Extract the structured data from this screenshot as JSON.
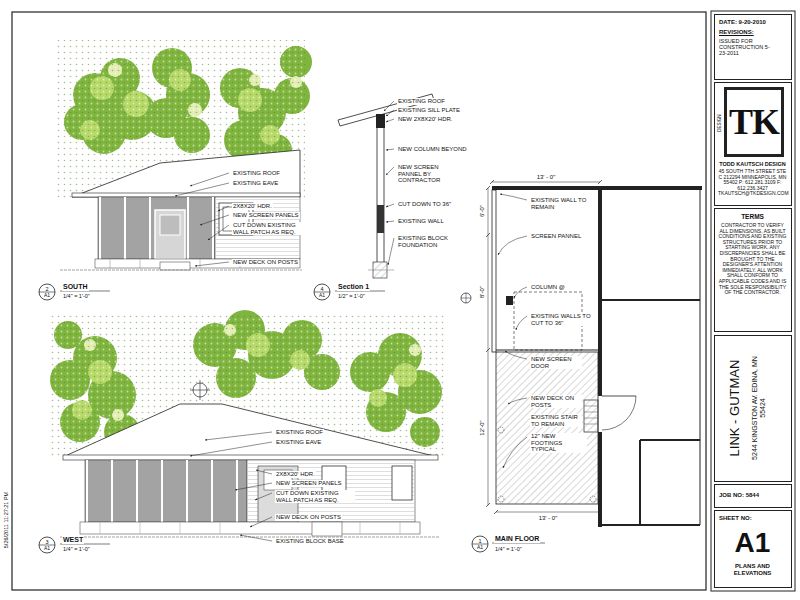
{
  "diagram": {
    "nodes": [
      {
        "text": [
          "DATE: 9-20-2010",
          "REVISIONS:",
          "ISSUED FOR CONSTRUCTION 5-23-2011"
        ]
      },
      {
        "text": [
          "TK",
          "DESIGN",
          "TODD KAUTSCH DESIGN",
          "45 SOUTH 7TH STREET STE C 212294 MINNEAPOLIS, MN 55402 P: 612.281.3109 F: 612.236.3427 TKAUTSCH@TKDESIGN.COM"
        ]
      },
      {
        "text": [
          "TERMS",
          "CONTRACTOR TO VERIFY ALL DIMENSIONS, AS BUILT CONDITIONS AND EXISTING STRUCTURES PRIOR TO STARTING WORK. ANY DISCREPANCIES SHALL BE BROUGHT TO THE DESIGNER'S ATTENTION IMMEDIATELY. ALL WORK SHALL CONFORM TO APPLICABLE CODES AND IS THE SOLE RESPONSIBILITY OF THE CONTRACTOR."
        ]
      },
      {
        "text": [
          "LINK - GUTMAN",
          "5244 KINGSTON AV. EDINA, MN 55424"
        ]
      },
      {
        "text": [
          "JOB NO: 5844"
        ]
      },
      {
        "text": [
          "SHEET NO:",
          "A1",
          "PLANS AND ELEVATIONS"
        ]
      }
    ],
    "labels": [
      "EXISTING ROOF",
      "EXISTING EAVE",
      "2X8X20' HDR.",
      "NEW SCREEN PANELS",
      "CUT DOWN EXISTING WALL PATCH AS REQ.",
      "NEW DECK ON POSTS",
      "2",
      "A1",
      "SOUTH",
      "1/4\" = 1'-0\"",
      "EXISTING ROOF",
      "EXISTING SILL PLATE",
      "NEW 2X8X20' HDR.",
      "NEW COLUMN BEYOND",
      "NEW SCREEN PANNEL BY CONTRACTOR",
      "CUT DOWN TO 36\"",
      "EXISTING WALL",
      "EXISTING BLOCK FOUNDATION",
      "4",
      "A1",
      "Section 1",
      "1/2\" = 1'-0\"",
      "EXISTING ROOF",
      "EXISTING EAVE",
      "2X8X20' HDR.",
      "NEW SCREEN PANELS",
      "CUT DOWN EXISTING WALL PATCH AS REQ.",
      "NEW DECK ON POSTS",
      "EXISTING BLOCK BASE",
      "3",
      "A1",
      "WEST",
      "1/4\" = 1'-0\"",
      "13' - 0\"",
      "EXISTING WALL TO REMAIN",
      "SCREEN PANNEL",
      "COLUMN @",
      "EXISTING WALLS TO CUT TO 36\"",
      "NEW SCREEN DOOR",
      "NEW DECK ON POSTS",
      "EXISTING STAIR TO REMAIN",
      "12\" NEW FOOTINGS TYPICAL",
      "13' - 0\"",
      "6'-0\"",
      "8'-0\"",
      "12'-0\"",
      "1",
      "A1",
      "MAIN FLOOR",
      "1/4\" = 1'-0\"",
      "5/26/2011 11:27:21 PM"
    ]
  }
}
